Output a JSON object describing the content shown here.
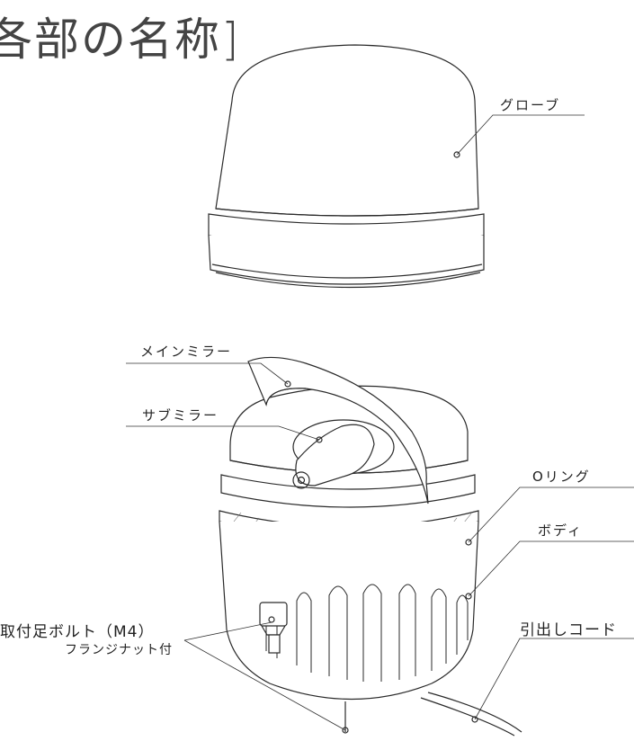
{
  "title": "各部の名称]",
  "labels": {
    "globe": "グローブ",
    "main_mirror": "メインミラー",
    "sub_mirror": "サブミラー",
    "o_ring": "Oリング",
    "body": "ボディ",
    "cord": "引出しコード",
    "bolt": "取付足ボルト（M4）",
    "bolt_note": "フランジナット付"
  }
}
